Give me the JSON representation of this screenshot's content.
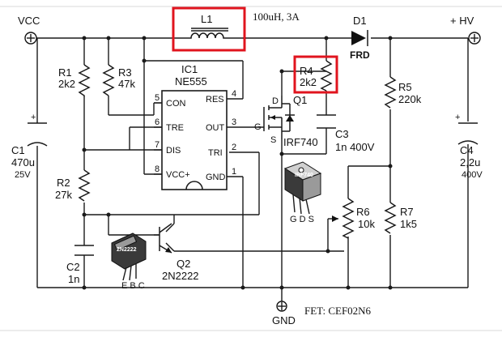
{
  "labels": {
    "vcc": "VCC",
    "hv": "+ HV",
    "gnd": "GND",
    "l1": "L1",
    "l1_value": "100uH, 3A",
    "d1": "D1",
    "frd": "FRD",
    "r1": "R1",
    "r1_value": "2k2",
    "r2": "R2",
    "r2_value": "27k",
    "r3": "R3",
    "r3_value": "47k",
    "r4": "R4",
    "r4_value": "2k2",
    "r5": "R5",
    "r5_value": "220k",
    "r6": "R6",
    "r6_value": "10k",
    "r7": "R7",
    "r7_value": "1k5",
    "c1": "C1",
    "c1_value": "470u",
    "c1_voltage": "25V",
    "c2": "C2",
    "c2_value": "1n",
    "c3": "C3",
    "c3_value": "1n 400V",
    "c4": "C4",
    "c4_value": "2,2u",
    "c4_voltage": "400V",
    "ic1": "IC1",
    "ic1_part": "NE555",
    "q1": "Q1",
    "q1_part": "IRF740",
    "q2": "Q2",
    "q2_part": "2N2222",
    "fet_note": "FET: CEF02N6",
    "gate": "G",
    "drain": "D",
    "source": "S",
    "pkg_2n2222": "2N2222",
    "pkg_irf740": "IRF740",
    "pkg_pins_q2": "E B C",
    "pkg_pins_q1": "G D S"
  },
  "ic_pins": {
    "left": [
      {
        "num": "5",
        "name": "CON"
      },
      {
        "num": "6",
        "name": "TRE"
      },
      {
        "num": "7",
        "name": "DIS"
      },
      {
        "num": "8",
        "name": "VCC+"
      }
    ],
    "right": [
      {
        "num": "4",
        "name": "RES"
      },
      {
        "num": "3",
        "name": "OUT"
      },
      {
        "num": "2",
        "name": "TRI"
      },
      {
        "num": "1",
        "name": "GND"
      }
    ]
  },
  "colors": {
    "highlight": "#e0141e",
    "ink": "#1a1a1a"
  }
}
